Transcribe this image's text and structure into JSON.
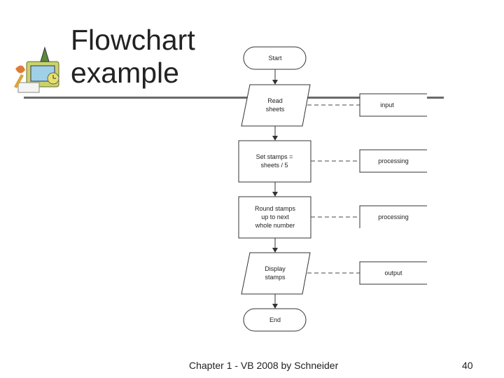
{
  "slide": {
    "title_line1": "Flowchart",
    "title_line2": "example",
    "footer_text": "Chapter 1 - VB 2008 by Schneider",
    "page_number": "40"
  },
  "flowchart": {
    "start": "Start",
    "read_line1": "Read",
    "read_line2": "sheets",
    "set_line1": "Set stamps =",
    "set_line2": "sheets / 5",
    "round_line1": "Round stamps",
    "round_line2": "up to next",
    "round_line3": "whole number",
    "display_line1": "Display",
    "display_line2": "stamps",
    "end": "End",
    "labels": {
      "input": "input",
      "processing1": "processing",
      "processing2": "processing",
      "output": "output"
    }
  }
}
